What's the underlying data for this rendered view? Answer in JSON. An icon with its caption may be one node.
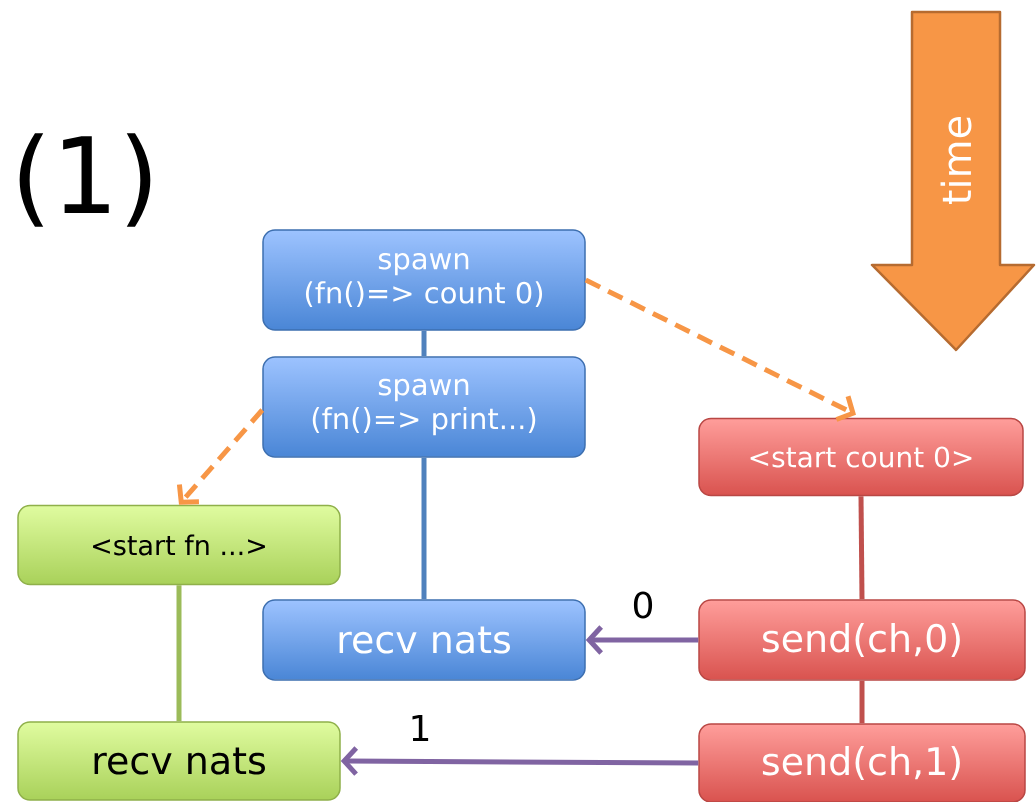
{
  "diagram": {
    "nodes": [
      {
        "text": [
          "spawn",
          "(fn()=> count 0)"
        ]
      },
      {
        "text": [
          "spawn",
          "(fn()=> print...)"
        ]
      },
      {
        "text": [
          "<start count 0>"
        ]
      },
      {
        "text": [
          "<start fn ...>"
        ]
      },
      {
        "text": [
          "recv nats"
        ]
      },
      {
        "text": [
          "send(ch,0)"
        ]
      },
      {
        "text": [
          "recv nats"
        ]
      },
      {
        "text": [
          "send(ch,1)"
        ]
      },
      {
        "text": [
          "time"
        ]
      }
    ],
    "edges": [
      {
        "from": 0,
        "to": 1,
        "arrow": "none",
        "color": "#4f81bd"
      },
      {
        "from": 1,
        "to": 4,
        "arrow": "none",
        "color": "#4f81bd"
      },
      {
        "from": 0,
        "to": 2,
        "arrow": "to",
        "style": "dashed",
        "color": "#f79646"
      },
      {
        "from": 1,
        "to": 3,
        "arrow": "to",
        "style": "dashed",
        "color": "#f79646"
      },
      {
        "from": 2,
        "to": 5,
        "arrow": "none",
        "color": "#c0504d"
      },
      {
        "from": 5,
        "to": 7,
        "arrow": "none",
        "color": "#c0504d"
      },
      {
        "from": 3,
        "to": 6,
        "arrow": "none",
        "color": "#9bbb59"
      },
      {
        "from": 5,
        "to": 4,
        "arrow": "to",
        "label": "0",
        "color": "#8064a2"
      },
      {
        "from": 7,
        "to": 6,
        "arrow": "to",
        "label": "1",
        "color": "#8064a2"
      }
    ],
    "labels": [
      "(1)"
    ]
  }
}
